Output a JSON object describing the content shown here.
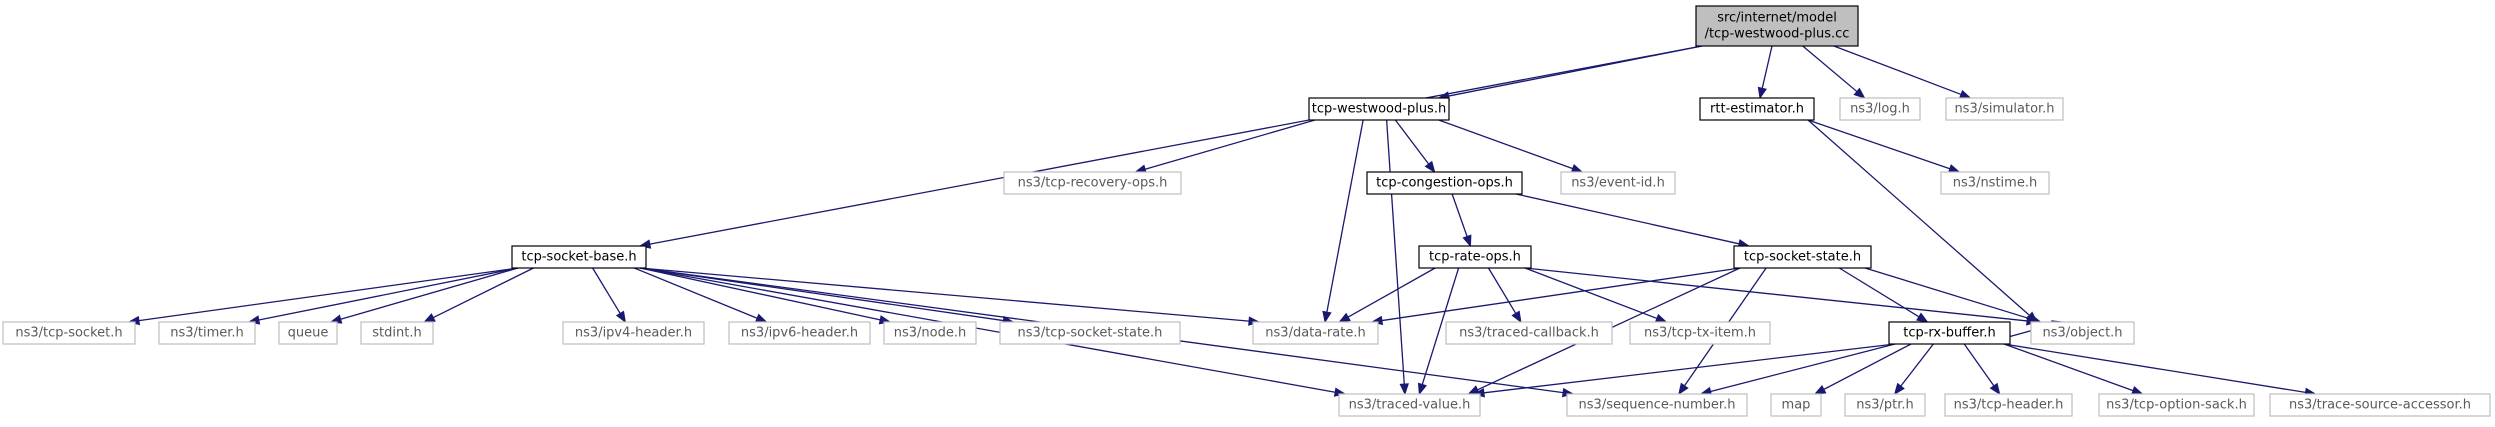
{
  "graph": {
    "nodes": [
      {
        "id": "root",
        "lines": [
          "src/internet/model",
          "/tcp-westwood-plus.cc"
        ],
        "kind": "root"
      },
      {
        "id": "tcp_westwood_plus_h",
        "lines": [
          "tcp-westwood-plus.h"
        ],
        "kind": "primary"
      },
      {
        "id": "rtt_estimator_h",
        "lines": [
          "rtt-estimator.h"
        ],
        "kind": "primary"
      },
      {
        "id": "ns3_log_h",
        "lines": [
          "ns3/log.h"
        ],
        "kind": "external"
      },
      {
        "id": "ns3_simulator_h",
        "lines": [
          "ns3/simulator.h"
        ],
        "kind": "external"
      },
      {
        "id": "ns3_tcp_recovery_ops_h",
        "lines": [
          "ns3/tcp-recovery-ops.h"
        ],
        "kind": "external"
      },
      {
        "id": "tcp_congestion_ops_h",
        "lines": [
          "tcp-congestion-ops.h"
        ],
        "kind": "primary"
      },
      {
        "id": "ns3_event_id_h",
        "lines": [
          "ns3/event-id.h"
        ],
        "kind": "external"
      },
      {
        "id": "ns3_nstime_h",
        "lines": [
          "ns3/nstime.h"
        ],
        "kind": "external"
      },
      {
        "id": "tcp_socket_base_h",
        "lines": [
          "tcp-socket-base.h"
        ],
        "kind": "primary"
      },
      {
        "id": "tcp_rate_ops_h",
        "lines": [
          "tcp-rate-ops.h"
        ],
        "kind": "primary"
      },
      {
        "id": "tcp_socket_state_h",
        "lines": [
          "tcp-socket-state.h"
        ],
        "kind": "primary"
      },
      {
        "id": "ns3_tcp_socket_h",
        "lines": [
          "ns3/tcp-socket.h"
        ],
        "kind": "external"
      },
      {
        "id": "ns3_timer_h",
        "lines": [
          "ns3/timer.h"
        ],
        "kind": "external"
      },
      {
        "id": "queue",
        "lines": [
          "queue"
        ],
        "kind": "external"
      },
      {
        "id": "stdint_h",
        "lines": [
          "stdint.h"
        ],
        "kind": "external"
      },
      {
        "id": "ns3_ipv4_header_h",
        "lines": [
          "ns3/ipv4-header.h"
        ],
        "kind": "external"
      },
      {
        "id": "ns3_ipv6_header_h",
        "lines": [
          "ns3/ipv6-header.h"
        ],
        "kind": "external"
      },
      {
        "id": "ns3_node_h",
        "lines": [
          "ns3/node.h"
        ],
        "kind": "external"
      },
      {
        "id": "ns3_tcp_socket_state_h",
        "lines": [
          "ns3/tcp-socket-state.h"
        ],
        "kind": "external"
      },
      {
        "id": "ns3_data_rate_h",
        "lines": [
          "ns3/data-rate.h"
        ],
        "kind": "external"
      },
      {
        "id": "ns3_traced_callback_h",
        "lines": [
          "ns3/traced-callback.h"
        ],
        "kind": "external"
      },
      {
        "id": "ns3_tcp_tx_item_h",
        "lines": [
          "ns3/tcp-tx-item.h"
        ],
        "kind": "external"
      },
      {
        "id": "tcp_rx_buffer_h",
        "lines": [
          "tcp-rx-buffer.h"
        ],
        "kind": "primary"
      },
      {
        "id": "ns3_object_h",
        "lines": [
          "ns3/object.h"
        ],
        "kind": "external"
      },
      {
        "id": "ns3_traced_value_h",
        "lines": [
          "ns3/traced-value.h"
        ],
        "kind": "external"
      },
      {
        "id": "ns3_sequence_number_h",
        "lines": [
          "ns3/sequence-number.h"
        ],
        "kind": "external"
      },
      {
        "id": "map",
        "lines": [
          "map"
        ],
        "kind": "external"
      },
      {
        "id": "ns3_ptr_h",
        "lines": [
          "ns3/ptr.h"
        ],
        "kind": "external"
      },
      {
        "id": "ns3_tcp_header_h",
        "lines": [
          "ns3/tcp-header.h"
        ],
        "kind": "external"
      },
      {
        "id": "ns3_tcp_option_sack_h",
        "lines": [
          "ns3/tcp-option-sack.h"
        ],
        "kind": "external"
      },
      {
        "id": "ns3_trace_source_accessor_h",
        "lines": [
          "ns3/trace-source-accessor.h"
        ],
        "kind": "external"
      }
    ],
    "edges": [
      {
        "from": "root",
        "to": "tcp_westwood_plus_h"
      },
      {
        "from": "root",
        "to": "rtt_estimator_h"
      },
      {
        "from": "root",
        "to": "ns3_log_h"
      },
      {
        "from": "root",
        "to": "ns3_simulator_h"
      },
      {
        "from": "root",
        "to": "tcp_socket_base_h"
      },
      {
        "from": "tcp_westwood_plus_h",
        "to": "ns3_tcp_recovery_ops_h"
      },
      {
        "from": "tcp_westwood_plus_h",
        "to": "tcp_congestion_ops_h"
      },
      {
        "from": "tcp_westwood_plus_h",
        "to": "ns3_event_id_h"
      },
      {
        "from": "tcp_westwood_plus_h",
        "to": "ns3_data_rate_h"
      },
      {
        "from": "tcp_westwood_plus_h",
        "to": "ns3_traced_value_h"
      },
      {
        "from": "rtt_estimator_h",
        "to": "ns3_nstime_h"
      },
      {
        "from": "rtt_estimator_h",
        "to": "ns3_object_h"
      },
      {
        "from": "tcp_congestion_ops_h",
        "to": "tcp_rate_ops_h"
      },
      {
        "from": "tcp_congestion_ops_h",
        "to": "tcp_socket_state_h"
      },
      {
        "from": "tcp_socket_base_h",
        "to": "ns3_tcp_socket_h"
      },
      {
        "from": "tcp_socket_base_h",
        "to": "ns3_timer_h"
      },
      {
        "from": "tcp_socket_base_h",
        "to": "queue"
      },
      {
        "from": "tcp_socket_base_h",
        "to": "stdint_h"
      },
      {
        "from": "tcp_socket_base_h",
        "to": "ns3_ipv4_header_h"
      },
      {
        "from": "tcp_socket_base_h",
        "to": "ns3_ipv6_header_h"
      },
      {
        "from": "tcp_socket_base_h",
        "to": "ns3_node_h"
      },
      {
        "from": "tcp_socket_base_h",
        "to": "ns3_tcp_socket_state_h"
      },
      {
        "from": "tcp_socket_base_h",
        "to": "ns3_data_rate_h"
      },
      {
        "from": "tcp_socket_base_h",
        "to": "ns3_traced_value_h"
      },
      {
        "from": "tcp_socket_base_h",
        "to": "ns3_sequence_number_h"
      },
      {
        "from": "tcp_rate_ops_h",
        "to": "ns3_data_rate_h"
      },
      {
        "from": "tcp_rate_ops_h",
        "to": "ns3_traced_callback_h"
      },
      {
        "from": "tcp_rate_ops_h",
        "to": "ns3_tcp_tx_item_h"
      },
      {
        "from": "tcp_rate_ops_h",
        "to": "ns3_object_h"
      },
      {
        "from": "tcp_rate_ops_h",
        "to": "ns3_traced_value_h"
      },
      {
        "from": "tcp_socket_state_h",
        "to": "ns3_data_rate_h"
      },
      {
        "from": "tcp_socket_state_h",
        "to": "tcp_rx_buffer_h"
      },
      {
        "from": "tcp_socket_state_h",
        "to": "ns3_object_h"
      },
      {
        "from": "tcp_socket_state_h",
        "to": "ns3_traced_value_h"
      },
      {
        "from": "tcp_socket_state_h",
        "to": "ns3_sequence_number_h"
      },
      {
        "from": "tcp_rx_buffer_h",
        "to": "ns3_object_h"
      },
      {
        "from": "tcp_rx_buffer_h",
        "to": "ns3_traced_value_h"
      },
      {
        "from": "tcp_rx_buffer_h",
        "to": "ns3_sequence_number_h"
      },
      {
        "from": "tcp_rx_buffer_h",
        "to": "map"
      },
      {
        "from": "tcp_rx_buffer_h",
        "to": "ns3_ptr_h"
      },
      {
        "from": "tcp_rx_buffer_h",
        "to": "ns3_tcp_header_h"
      },
      {
        "from": "tcp_rx_buffer_h",
        "to": "ns3_tcp_option_sack_h"
      },
      {
        "from": "tcp_rx_buffer_h",
        "to": "ns3_trace_source_accessor_h"
      }
    ]
  }
}
